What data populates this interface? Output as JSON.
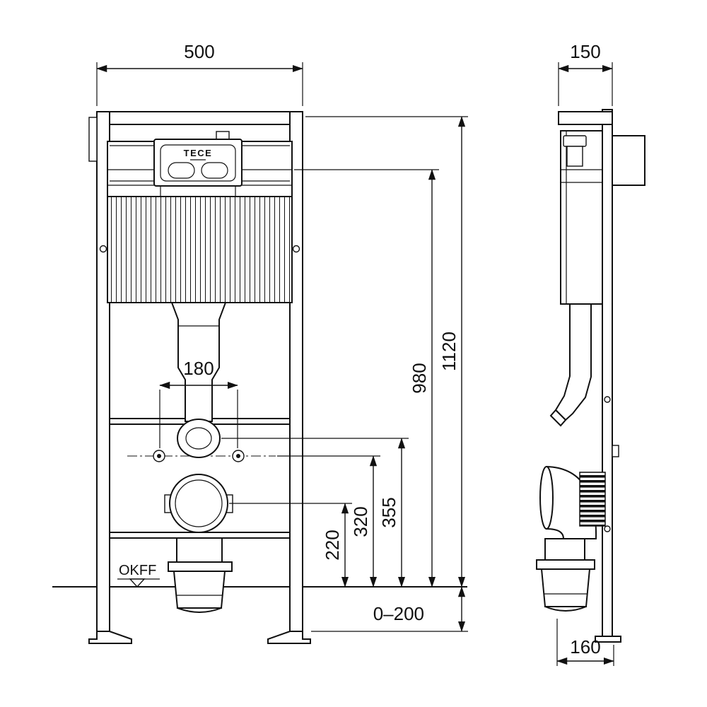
{
  "drawing": {
    "brand": "TECE",
    "floor_marker": "OKFF",
    "dims": {
      "front_width": "500",
      "side_depth": "150",
      "bolt_spacing": "180",
      "total_height": "1120",
      "flush_plate_height": "980",
      "connection_height": "355",
      "bolt_height": "320",
      "outlet_height": "220",
      "foot_adjustment": "0–200",
      "outlet_depth": "160"
    }
  }
}
